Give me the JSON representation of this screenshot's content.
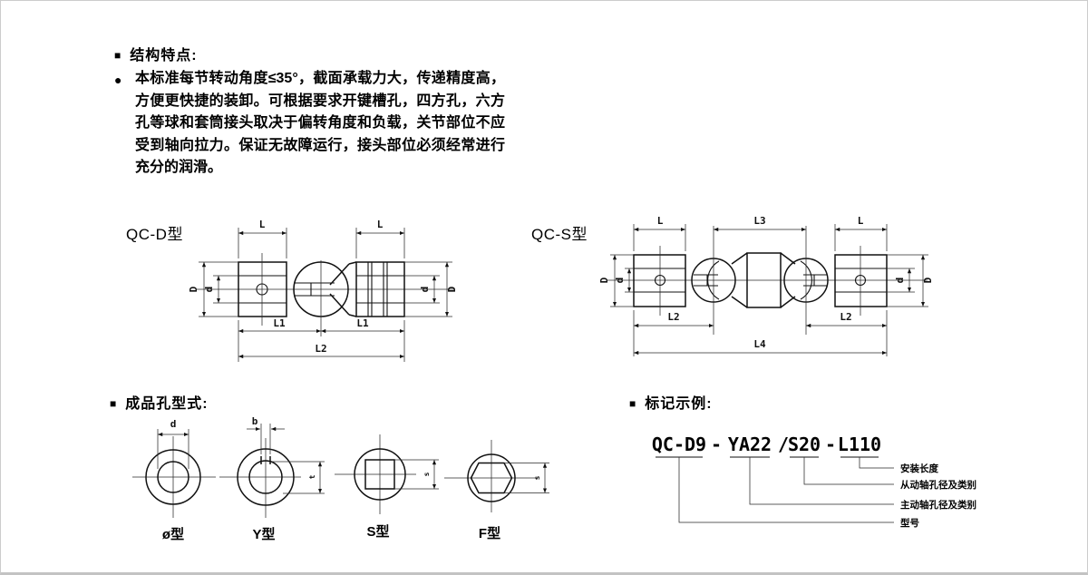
{
  "page": {
    "bg": "#ffffff",
    "border_color": "#cccccc"
  },
  "features": {
    "marker": "■",
    "heading": "结构特点:",
    "bullet": "●",
    "body": "本标准每节转动角度≤35°，截面承载力大，传递精度高，方便更快捷的装卸。可根据要求开键槽孔，四方孔，六方孔等球和套筒接头取决于偏转角度和负载，关节部位不应受到轴向拉力。保证无故障运行，接头部位必须经常进行充分的润滑。"
  },
  "qcd": {
    "title": "QC-D型",
    "dim_L_left": "L",
    "dim_L_right": "L",
    "dim_D_left": "D",
    "dim_d_left": "d",
    "dim_d_right": "d",
    "dim_D_right": "D",
    "dim_L1_left": "L1",
    "dim_L1_right": "L1",
    "dim_L2": "L2"
  },
  "qcs": {
    "title": "QC-S型",
    "dim_L_left": "L",
    "dim_L3": "L3",
    "dim_L_right": "L",
    "dim_D_left": "D",
    "dim_d_left": "d",
    "dim_d_right": "d",
    "dim_D_right": "D",
    "dim_L2_left": "L2",
    "dim_L2_right": "L2",
    "dim_L4": "L4"
  },
  "holes": {
    "marker": "■",
    "heading": "成品孔型式:",
    "types": [
      {
        "label": "ø型",
        "dim_top": "d"
      },
      {
        "label": "Y型",
        "dim_top": "b",
        "dim_side": "t"
      },
      {
        "label": "S型",
        "dim_side": "s"
      },
      {
        "label": "F型",
        "dim_side": "s"
      }
    ]
  },
  "marking": {
    "marker": "■",
    "heading": "标记示例:",
    "segments": [
      "QC-D9",
      "YA22",
      "S20",
      "L110"
    ],
    "separators": [
      "-",
      "/",
      "-"
    ],
    "callouts": [
      "安装长度",
      "从动轴孔径及类别",
      "主动轴孔径及类别",
      "型号"
    ]
  }
}
